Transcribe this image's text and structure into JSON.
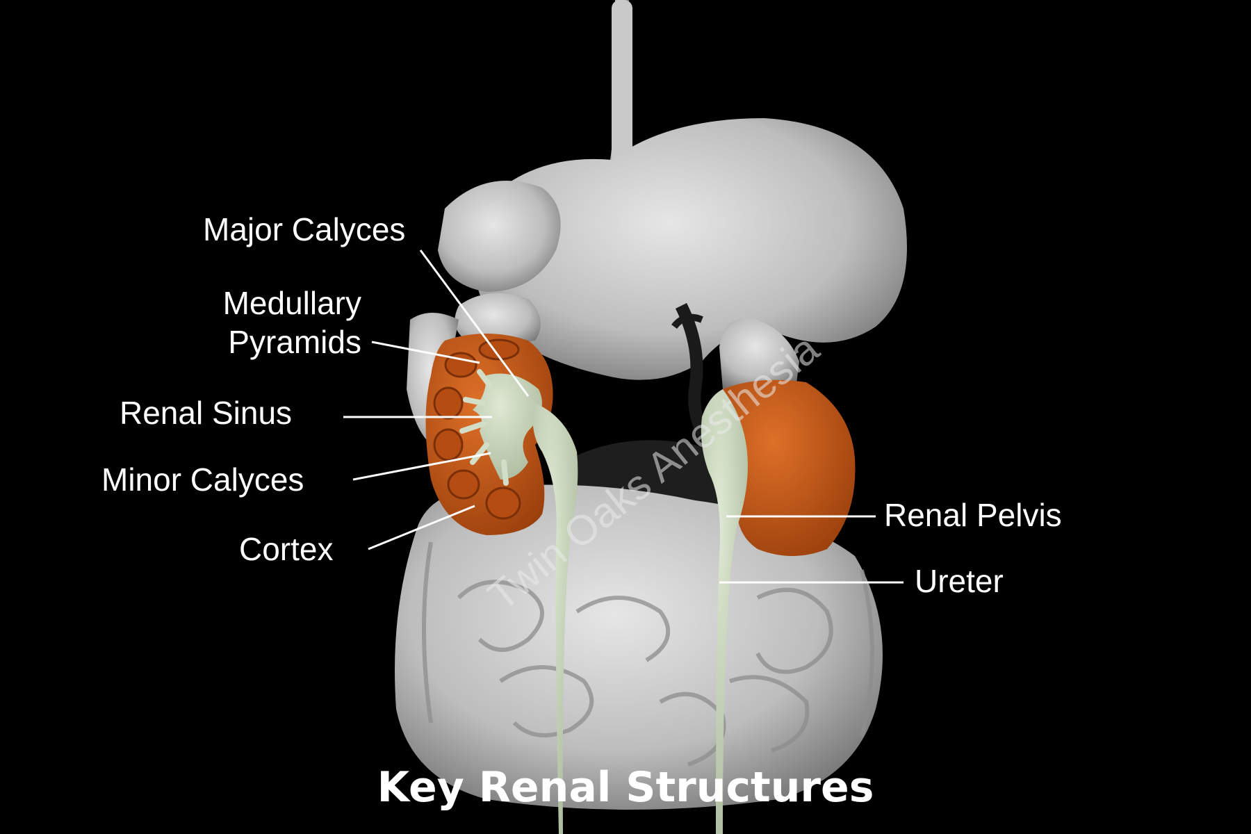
{
  "title": "Key Renal Structures",
  "watermark": "Twin Oaks Anesthesia",
  "labels": {
    "major_calyces": "Major Calyces",
    "medullary_pyramids_line1": "Medullary",
    "medullary_pyramids_line2": "Pyramids",
    "renal_sinus": "Renal Sinus",
    "minor_calyces": "Minor Calyces",
    "cortex": "Cortex",
    "renal_pelvis": "Renal Pelvis",
    "ureter": "Ureter"
  },
  "colors": {
    "background": "#000000",
    "kidney": "#c8581a",
    "kidney_inner": "#a8430e",
    "collecting_system": "#c9d6bd",
    "organs": "#cfcfcf",
    "label_text": "#ffffff",
    "leader_lines": "#ffffff"
  }
}
